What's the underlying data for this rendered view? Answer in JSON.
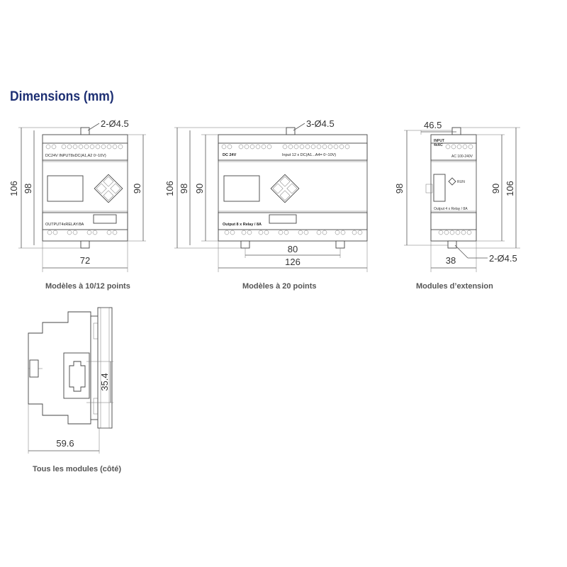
{
  "title": "Dimensions (mm)",
  "captions": {
    "m1012": "Modèles à 10/12 points",
    "m20": "Modèles à 20 points",
    "ext": "Modules d’extension",
    "side": "Tous les modules (côté)"
  },
  "dims": {
    "m1012": {
      "hole": "2-Ø4.5",
      "h106": "106",
      "h98": "98",
      "h90": "90",
      "w72": "72"
    },
    "m20": {
      "hole": "3-Ø4.5",
      "h106": "106",
      "h98": "98",
      "h90": "90",
      "w80": "80",
      "w126": "126"
    },
    "ext": {
      "w46": "46.5",
      "h98": "98",
      "h90": "90",
      "h106": "106",
      "w38": "38",
      "hole": "2-Ø4.5"
    },
    "side": {
      "h35": "35.4",
      "w59": "59.6"
    }
  },
  "panel_text": {
    "m1012_input": "DC24V INPUT8xDC(A1,A2 0~10V)",
    "m1012_output": "OUTPUT4xRELAY/8A",
    "m20_dc": "DC 24V",
    "m20_input": "Input 12 x DC(A1...A4= 0~10V)",
    "m20_output": "Output 8 x Relay / 8A",
    "ext_input": "INPUT",
    "ext_4xac": "4xAC",
    "ext_run": "RUN",
    "ext_ac": "AC 100-240V",
    "ext_output": "Output 4 x Relay / 8A"
  }
}
